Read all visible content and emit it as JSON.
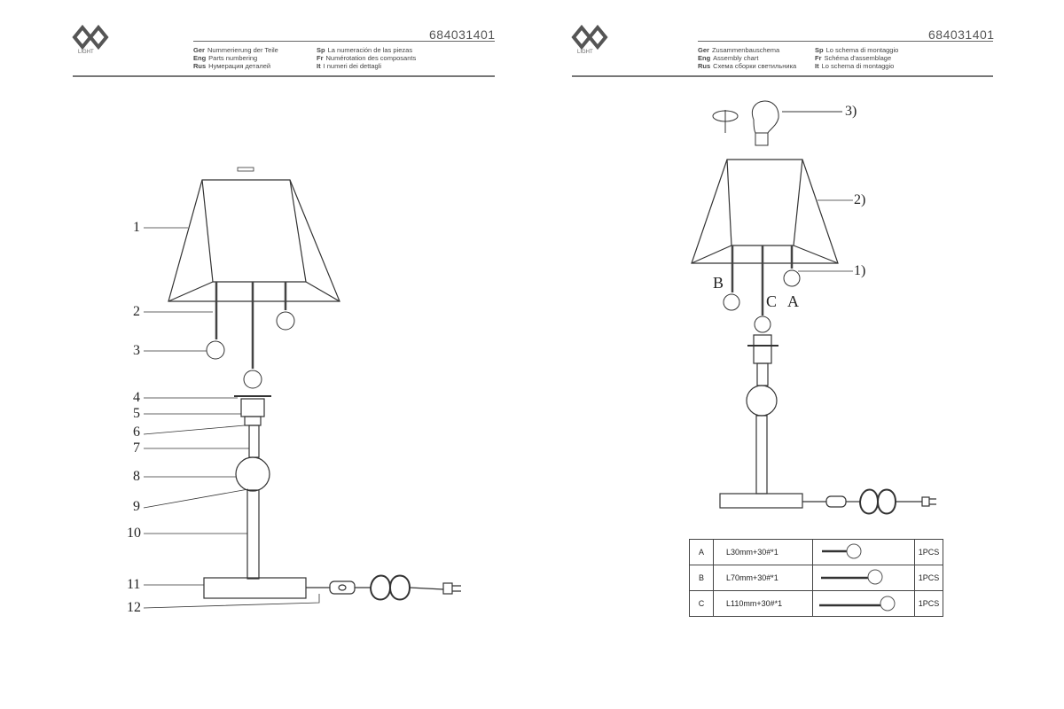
{
  "left_page": {
    "logo_text": "LIGHT",
    "code": "684031401",
    "title_lines": [
      {
        "lang": "Ger",
        "text": "Nummerierung der Teile"
      },
      {
        "lang": "Eng",
        "text": "Parts numbering"
      },
      {
        "lang": "Rus",
        "text": "Нумерация деталей"
      },
      {
        "lang": "Sp",
        "text": "La numeración de las piezas"
      },
      {
        "lang": "Fr",
        "text": "Numérotation des composants"
      },
      {
        "lang": "It",
        "text": "I numeri dei dettagli"
      }
    ],
    "part_numbers": [
      "1",
      "2",
      "3",
      "4",
      "5",
      "6",
      "7",
      "8",
      "9",
      "10",
      "11",
      "12"
    ]
  },
  "right_page": {
    "logo_text": "LIGHT",
    "code": "684031401",
    "title_lines": [
      {
        "lang": "Ger",
        "text": "Zusammenbauschema"
      },
      {
        "lang": "Eng",
        "text": "Assembly chart"
      },
      {
        "lang": "Rus",
        "text": "Схема сборки светильника"
      },
      {
        "lang": "Sp",
        "text": "Lo schema di montaggio"
      },
      {
        "lang": "Fr",
        "text": "Schéma d'assemblage"
      },
      {
        "lang": "It",
        "text": "Lo schema di montaggio"
      }
    ],
    "step_labels": [
      "3)",
      "2)",
      "1)"
    ],
    "pendant_labels": [
      "B",
      "C",
      "A"
    ],
    "parts_table": [
      {
        "letter": "A",
        "spec": "L30mm+30#*1",
        "qty": "1PCS"
      },
      {
        "letter": "B",
        "spec": "L70mm+30#*1",
        "qty": "1PCS"
      },
      {
        "letter": "C",
        "spec": "L110mm+30#*1",
        "qty": "1PCS"
      }
    ]
  }
}
